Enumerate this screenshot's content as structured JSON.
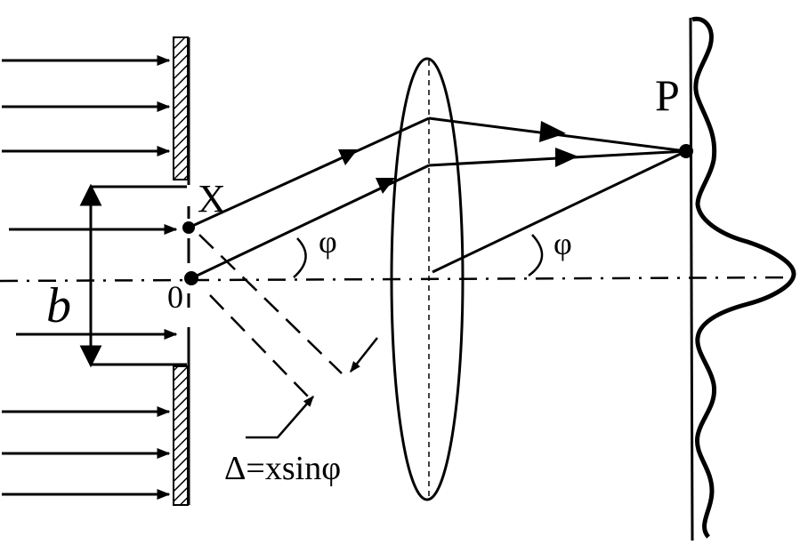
{
  "labels": {
    "x_point": "X",
    "origin": "0",
    "slit_width": "b",
    "angle": "φ",
    "angle_after_lens": "φ",
    "screen_point": "P",
    "path_difference": "Δ=xsinφ"
  },
  "colors": {
    "ink": "#000000",
    "background": "#ffffff"
  }
}
